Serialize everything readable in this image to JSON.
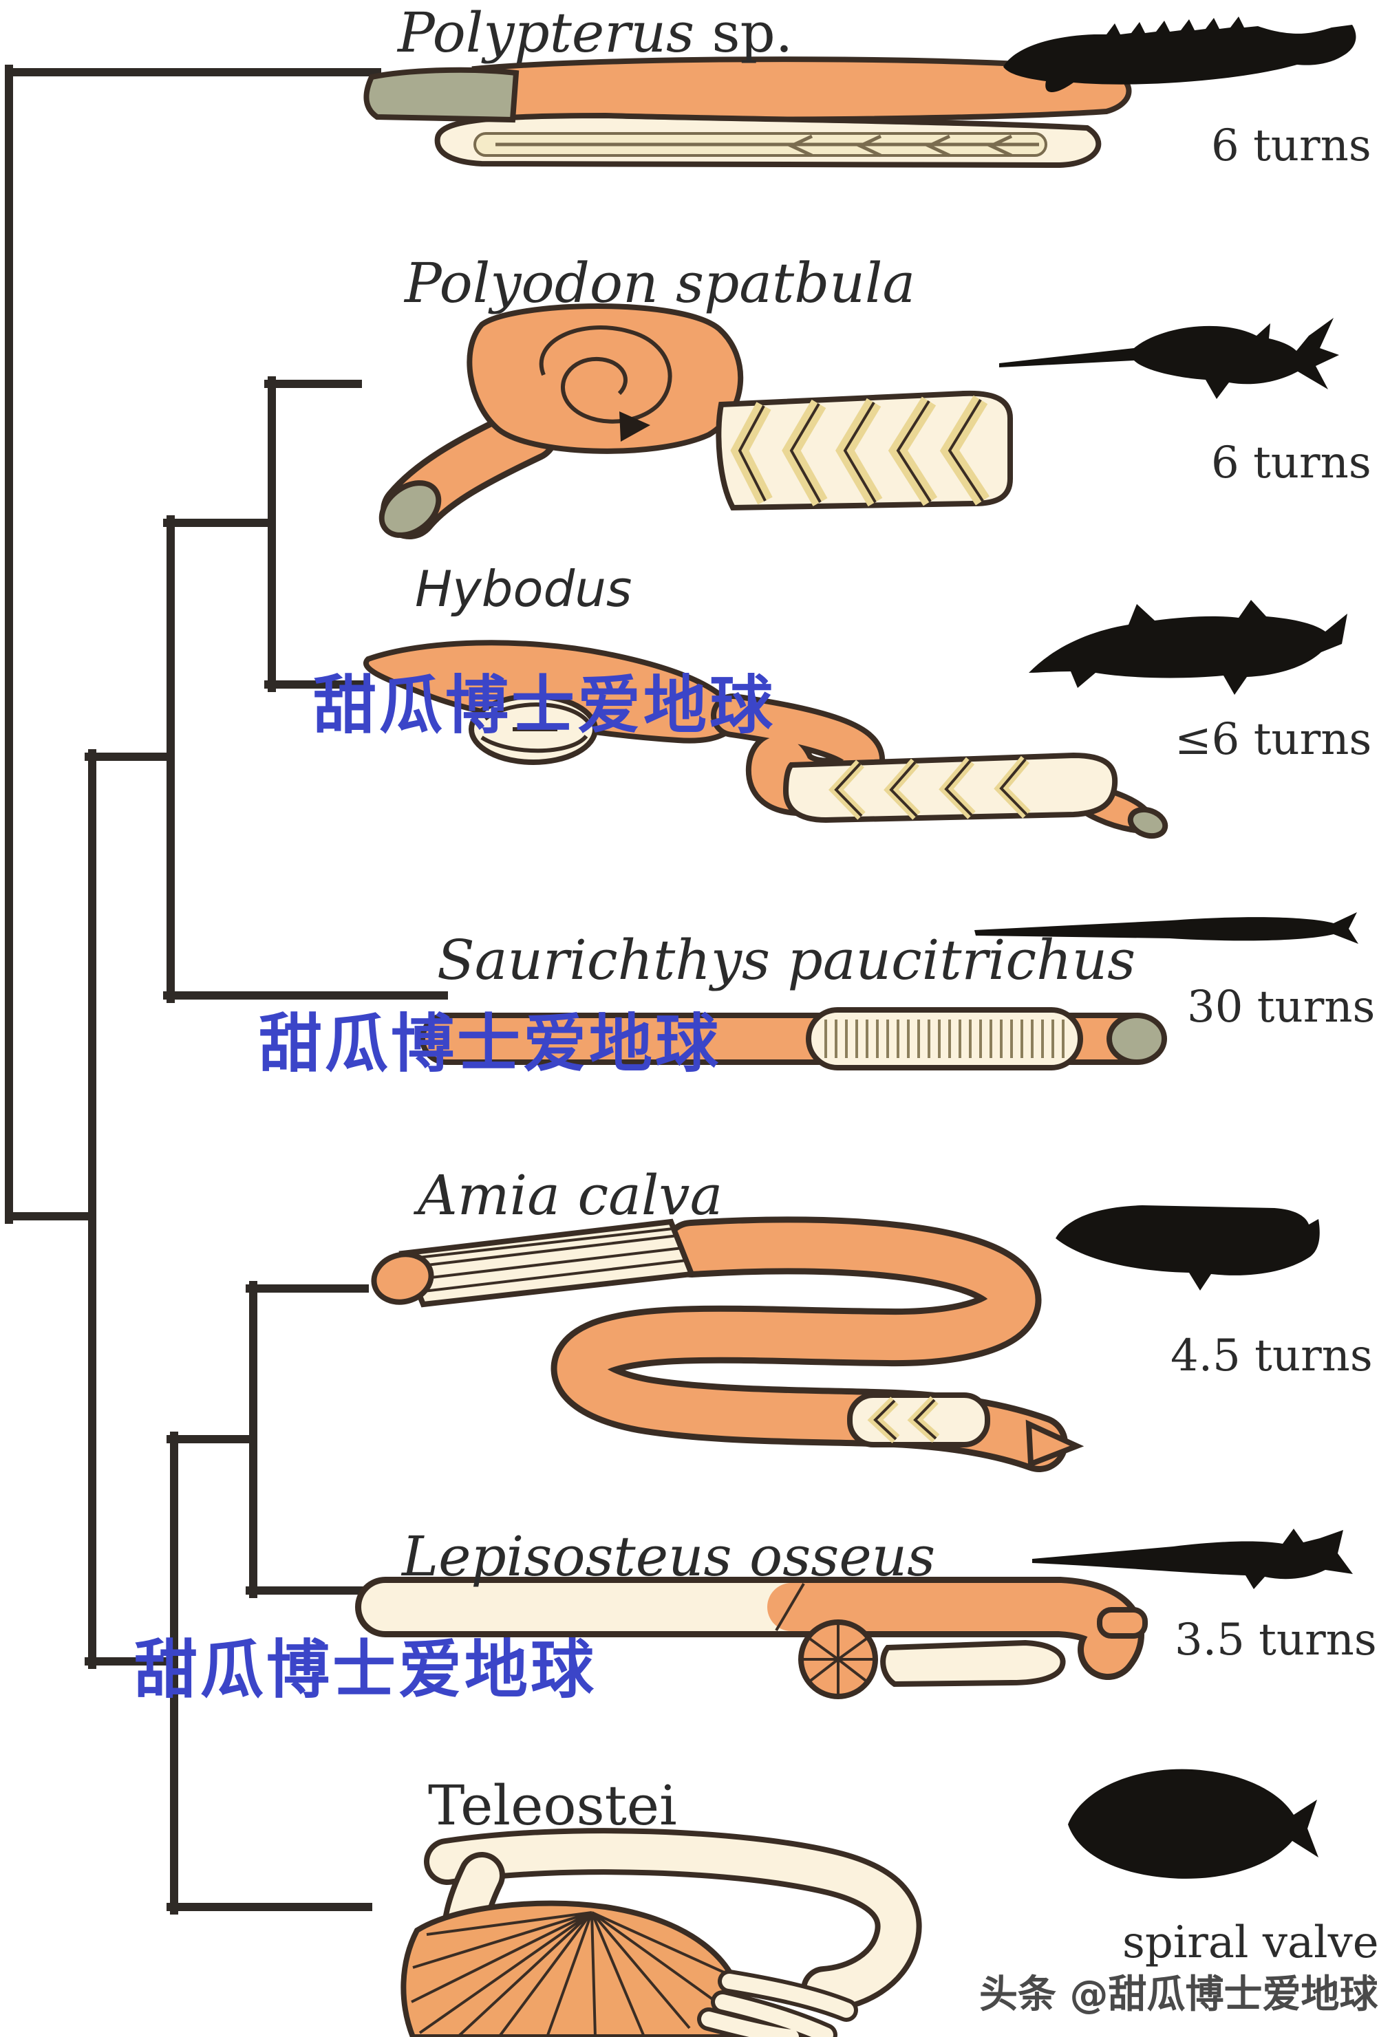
{
  "taxa": [
    {
      "genus": "Polypterus",
      "suffix": " sp.",
      "turns": "6 turns",
      "fish_icon": "bichir-silhouette"
    },
    {
      "genus": "Polyodon spatbula",
      "suffix": "",
      "turns": "6 turns",
      "fish_icon": "paddlefish-silhouette"
    },
    {
      "genus": "Hybodus",
      "suffix": "",
      "turns": "≤6 turns",
      "fish_icon": "shark-silhouette"
    },
    {
      "genus": "Saurichthys paucitrichus",
      "suffix": "",
      "turns": "30 turns",
      "fish_icon": "needlefish-silhouette"
    },
    {
      "genus": "Amia calva",
      "suffix": "",
      "turns": "4.5 turns",
      "fish_icon": "bowfin-silhouette"
    },
    {
      "genus": "Lepisosteus osseus",
      "suffix": "",
      "turns": "3.5 turns",
      "fish_icon": "gar-silhouette"
    },
    {
      "genus": "Teleostei",
      "suffix": "",
      "turns": "spiral valve",
      "fish_icon": "teleost-silhouette"
    }
  ],
  "watermarks": {
    "text": "甜瓜博士爱地球",
    "credit": "头条 @甜瓜博士爱地球",
    "color": "#3b45c8"
  },
  "colors": {
    "tree_line": "#2f2a26",
    "gut_orange": "#f2a36b",
    "gut_cream": "#fbf2dd",
    "gut_fold_yellow": "#ead795",
    "esophagus_gray_green": "#a9ab90",
    "silhouette_black": "#151310",
    "text": "#2b2b2b"
  }
}
